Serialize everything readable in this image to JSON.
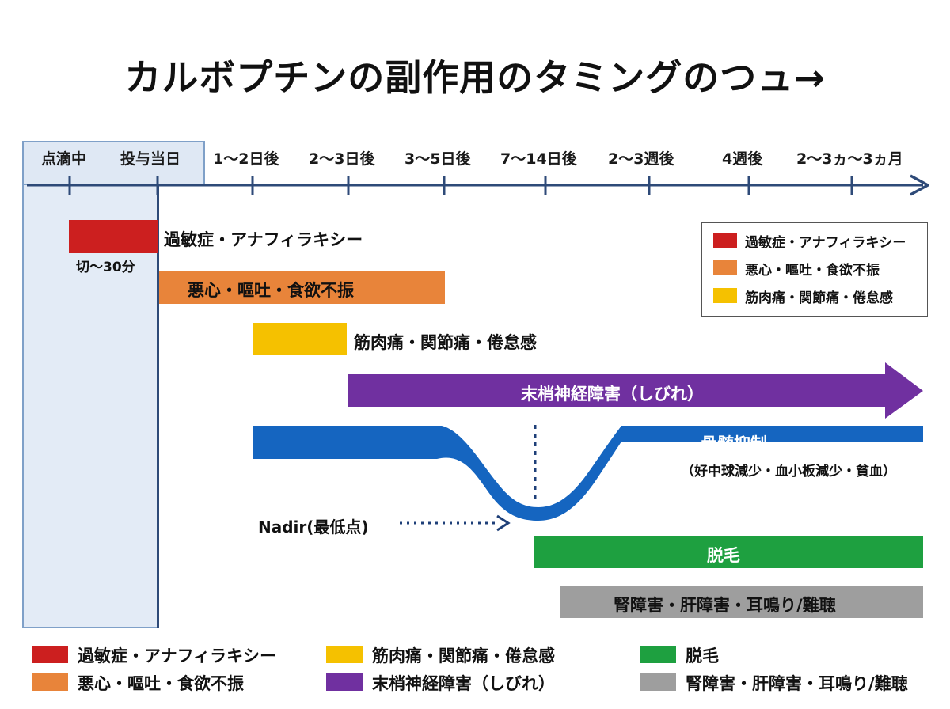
{
  "title": "カルボプチンの副作用のタミングのつュ→",
  "timeline": {
    "ticks": [
      "点滴中",
      "投与当日",
      "1〜2日後",
      "2〜3日後",
      "3〜5日後",
      "7〜14日後",
      "2〜3週後",
      "4週後",
      "2〜3ヵ〜3ヵ月"
    ]
  },
  "bars": {
    "hypersensitivity": "過敏症・アナフィラキシー",
    "hypersensitivity_time": "切〜30分",
    "nausea": "悪心・嘔吐・食欲不振",
    "myalgia": "筋肉痛・関節痛・倦怠感",
    "neuropathy": "末梢神経障害（しびれ）",
    "bone_marrow": "骨髄抑制",
    "bone_marrow_sub": "（好中球減少・血小板減少・貧血）",
    "nadir": "Nadir(最低点)",
    "alopecia": "脱毛",
    "organ": "腎障害・肝障害・耳鳴り/難聴"
  },
  "legend_box": [
    {
      "label": "過敏症・アナフィラキシー",
      "color": "#cc1f1f"
    },
    {
      "label": "悪心・嘔吐・食欲不振",
      "color": "#e8843a"
    },
    {
      "label": "筋肉痛・関節痛・倦怠感",
      "color": "#f5c100"
    }
  ],
  "legend_bottom": [
    {
      "label": "過敏症・アナフィラキシー",
      "color": "#cc1f1f"
    },
    {
      "label": "筋肉痛・関節痛・倦怠感",
      "color": "#f5c100"
    },
    {
      "label": "脱毛",
      "color": "#1ea040"
    },
    {
      "label": "悪心・嘔吐・食欲不振",
      "color": "#e8843a"
    },
    {
      "label": "末梢神経障害（しびれ）",
      "color": "#7030a0"
    },
    {
      "label": "腎障害・肝障害・耳鳴り/難聴",
      "color": "#9e9e9e"
    }
  ],
  "colors": {
    "axis": "#2e4a78",
    "red": "#cc1f1f",
    "orange": "#e8843a",
    "yellow": "#f5c100",
    "purple": "#7030a0",
    "blue": "#1565c0",
    "green": "#1ea040",
    "gray": "#9e9e9e"
  }
}
